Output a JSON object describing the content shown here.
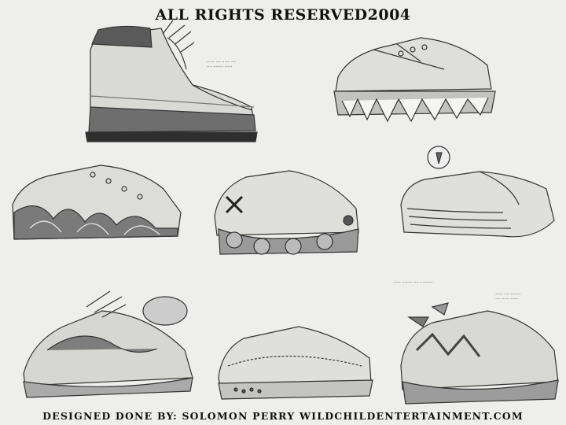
{
  "header": {
    "title": "ALL RIGHTS RESERVED2004"
  },
  "footer": {
    "credit": "DESIGNED DONE BY: SOLOMON PERRY  WILDCHILDENTERTAINMENT.COM"
  },
  "sketches": [
    {
      "name": "hiking-boot"
    },
    {
      "name": "spiked-sole-sneaker"
    },
    {
      "name": "flame-sneaker"
    },
    {
      "name": "x-logo-sneaker"
    },
    {
      "name": "ribbed-slip-on-shoe"
    },
    {
      "name": "mesh-running-shoe"
    },
    {
      "name": "stitched-low-sneaker"
    },
    {
      "name": "graffiti-sneaker"
    }
  ],
  "colors": {
    "paper": "#eeefec",
    "pencil": "#3a3a3a",
    "shade": "#8a8a8a"
  }
}
